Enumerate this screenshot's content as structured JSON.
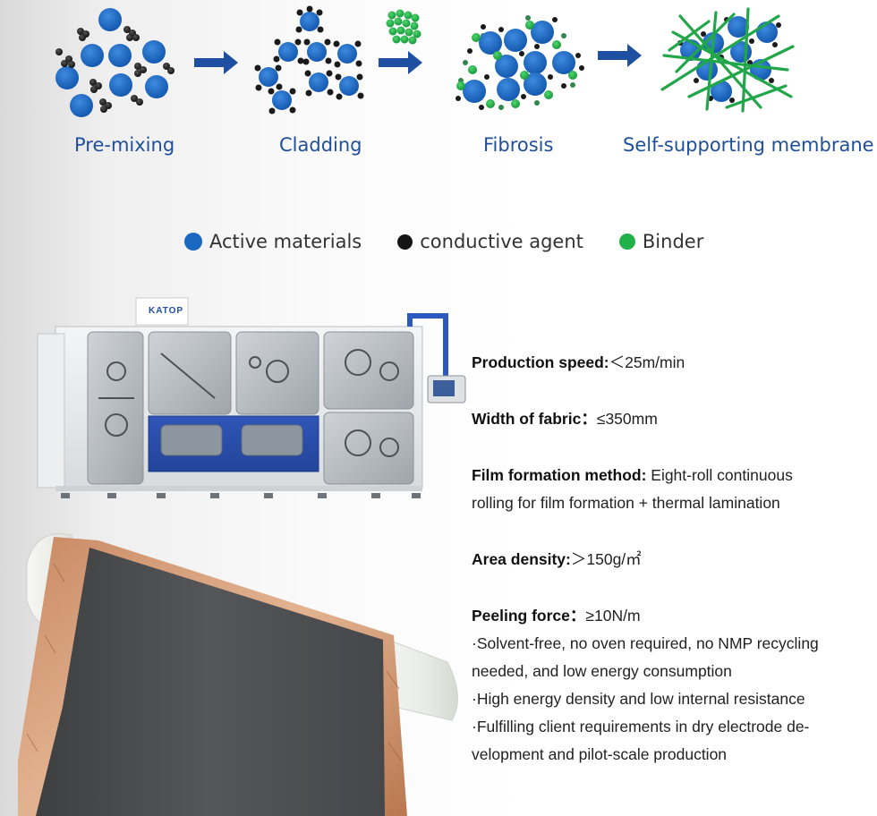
{
  "process": {
    "stages": [
      {
        "label": "Pre-mixing"
      },
      {
        "label": "Cladding"
      },
      {
        "label": "Fibrosis"
      },
      {
        "label": "Self-supporting membrane"
      }
    ]
  },
  "legend": {
    "items": [
      {
        "label": "Active materials",
        "color": "#1a67c2"
      },
      {
        "label": "conductive agent",
        "color": "#141414"
      },
      {
        "label": "Binder",
        "color": "#22b04a"
      }
    ]
  },
  "machine": {
    "brand": "KATOP"
  },
  "specs": {
    "production_speed": {
      "label": "Production speed:",
      "value": "＜25m/min"
    },
    "width_of_fabric": {
      "label": "Width of fabric：",
      "value": "≤350mm"
    },
    "film_formation": {
      "label": "Film formation method:",
      "value_line1": " Eight-roll continuous",
      "value_line2": "rolling for film formation + thermal lamination"
    },
    "area_density": {
      "label": "Area density:",
      "value": "＞150g/㎡"
    },
    "peeling_force": {
      "label": "Peeling force：",
      "value": "≥10N/m"
    }
  },
  "bullets": {
    "b1_line1": "·Solvent-free, no oven required, no NMP recycling",
    "b1_line2": "needed, and low energy consumption",
    "b2": "·High energy density and low internal resistance",
    "b3_line1": "·Fulfilling client requirements in dry electrode de-",
    "b3_line2": "velopment and pilot-scale production"
  },
  "colors": {
    "active": "#1a67c2",
    "conductive": "#141414",
    "binder": "#22b04a",
    "arrow": "#1e4fa0",
    "label": "#1f4f9c"
  }
}
